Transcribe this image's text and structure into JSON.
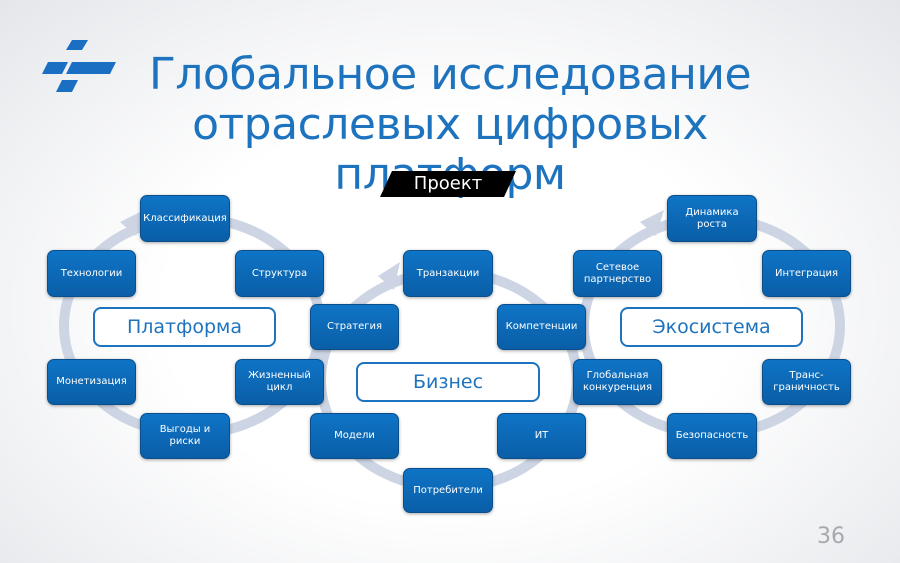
{
  "title_line1": "Глобальное исследование",
  "title_line2": "отраслевых цифровых платформ",
  "tag": "Проект",
  "page_number": "36",
  "colors": {
    "accent": "#1e73be",
    "node": "#0b67b3",
    "ring": "#cdd5e4",
    "tag": "#000000"
  },
  "platform": {
    "hub": "Платформа",
    "nodes": [
      "Классификация",
      "Структура",
      "Жизненный цикл",
      "Выгоды и риски",
      "Монетизация",
      "Технологии"
    ]
  },
  "business": {
    "hub": "Бизнес",
    "nodes": [
      "Транзакции",
      "Компетенции",
      "ИТ",
      "Потребители",
      "Модели",
      "Стратегия"
    ]
  },
  "ecosystem": {
    "hub": "Экосистема",
    "nodes": [
      "Динамика роста",
      "Интеграция",
      "Транс-граничность",
      "Безопасность",
      "Глобальная конкуренция",
      "Сетевое партнерство"
    ]
  }
}
